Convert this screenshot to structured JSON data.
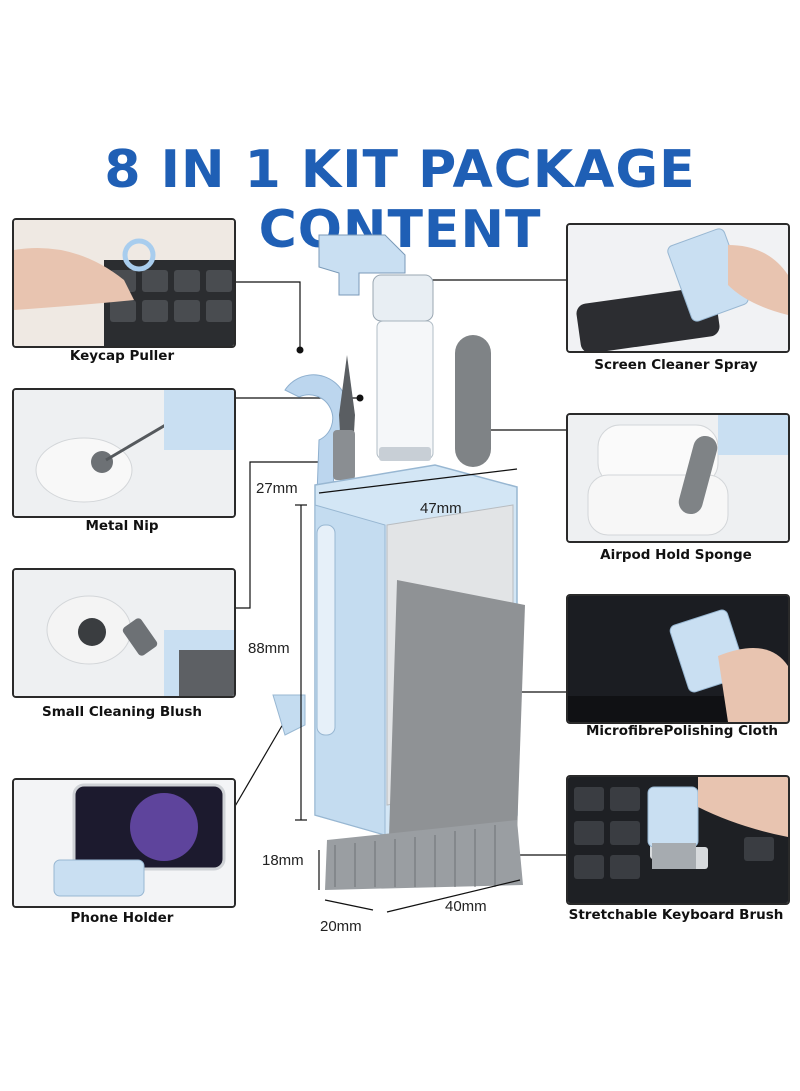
{
  "title": "8 IN 1 KIT PACKAGE CONTENT",
  "components": {
    "keycap_puller": "Keycap Puller",
    "metal_nip": "Metal Nip",
    "small_cleaning_brush": "Small Cleaning Blush",
    "phone_holder": "Phone Holder",
    "screen_cleaner_spray": "Screen Cleaner Spray",
    "airpod_sponge": "Airpod Hold Sponge",
    "microfibre_cloth": "MicrofibrePolishing Cloth",
    "keyboard_brush": "Stretchable Keyboard Brush"
  },
  "dimensions": {
    "top_depth": "27mm",
    "top_width": "47mm",
    "height": "88mm",
    "brush_height": "18mm",
    "base_depth": "20mm",
    "base_width": "40mm"
  },
  "colors": {
    "title": "#1f5fb5",
    "product": "#cfe3f4",
    "cloth": "#8f9295"
  }
}
